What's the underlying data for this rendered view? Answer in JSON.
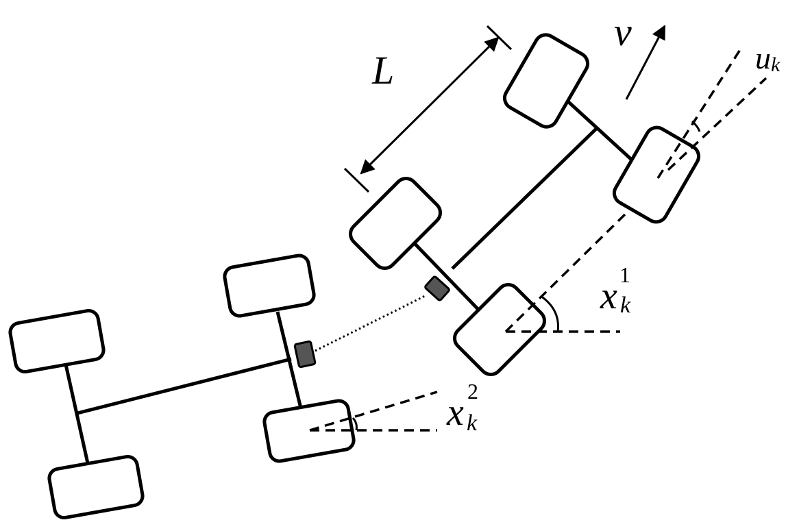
{
  "labels": {
    "wheelbase": "L",
    "velocity": "v",
    "steer_input_base": "u",
    "steer_input_sub": "k",
    "state1_base": "x",
    "state1_sub": "k",
    "state1_sup": "1",
    "state2_base": "x",
    "state2_sub": "k",
    "state2_sup": "2"
  },
  "colors": {
    "stroke": "#000000",
    "sensor_fill": "#555555",
    "background": "#ffffff"
  }
}
